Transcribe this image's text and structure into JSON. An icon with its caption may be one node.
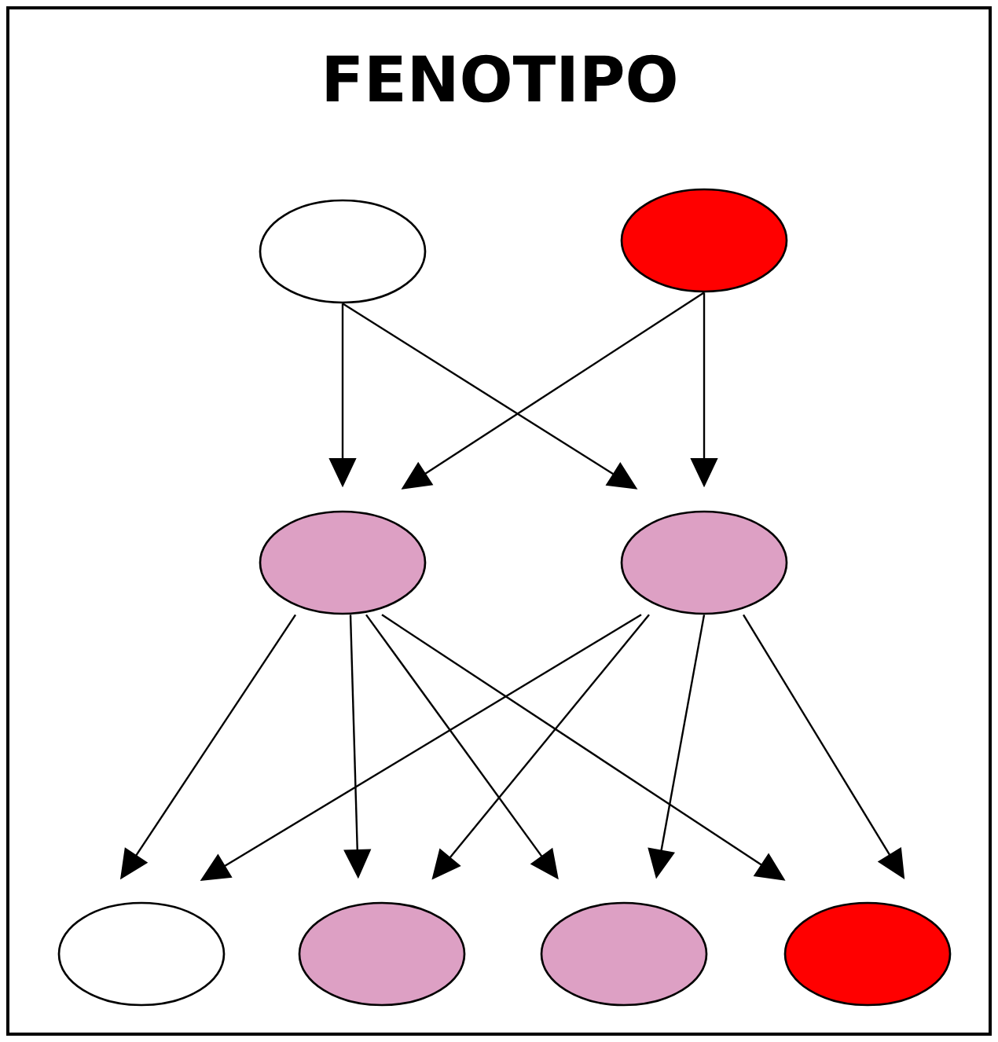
{
  "diagram": {
    "title": "FENOTIPO",
    "nodes": [
      {
        "text": [],
        "shape": "ellipse"
      },
      {
        "text": [],
        "shape": "ellipse"
      },
      {
        "text": [],
        "shape": "ellipse"
      },
      {
        "text": [],
        "shape": "ellipse"
      },
      {
        "text": [],
        "shape": "ellipse"
      },
      {
        "text": [],
        "shape": "ellipse"
      },
      {
        "text": [],
        "shape": "ellipse"
      },
      {
        "text": [],
        "shape": "ellipse"
      }
    ],
    "edges": [
      {
        "from": 0,
        "to": 2,
        "arrow": "to"
      },
      {
        "from": 0,
        "to": 3,
        "arrow": "to"
      },
      {
        "from": 1,
        "to": 2,
        "arrow": "to"
      },
      {
        "from": 1,
        "to": 3,
        "arrow": "to"
      },
      {
        "from": 2,
        "to": 4,
        "arrow": "to"
      },
      {
        "from": 2,
        "to": 5,
        "arrow": "to"
      },
      {
        "from": 2,
        "to": 6,
        "arrow": "to"
      },
      {
        "from": 2,
        "to": 7,
        "arrow": "to"
      },
      {
        "from": 3,
        "to": 4,
        "arrow": "to"
      },
      {
        "from": 3,
        "to": 5,
        "arrow": "to"
      },
      {
        "from": 3,
        "to": 6,
        "arrow": "to"
      },
      {
        "from": 3,
        "to": 7,
        "arrow": "to"
      }
    ]
  }
}
